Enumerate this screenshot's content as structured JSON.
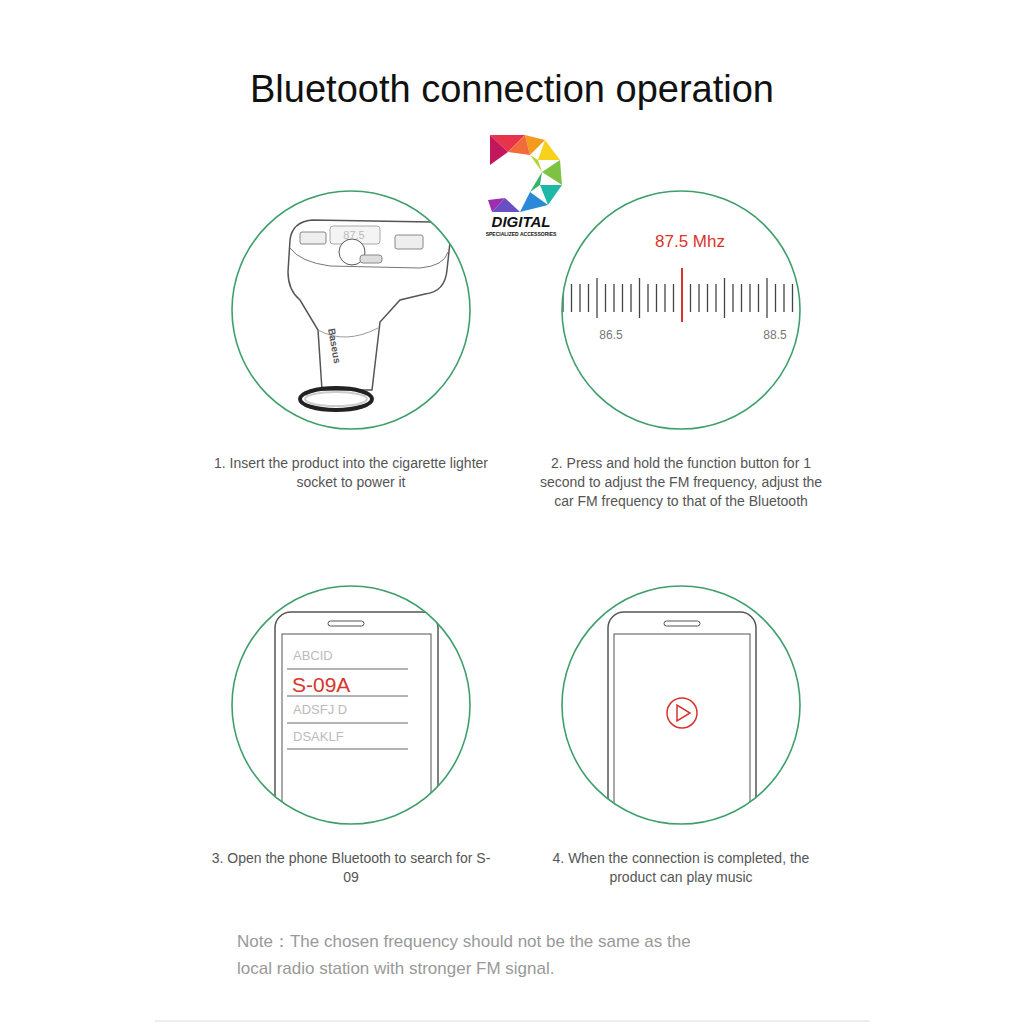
{
  "diagram": {
    "title": "Bluetooth connection operation",
    "nodes": [
      {
        "text": [
          "1. Insert the product into the cigarette lighter socket to power it"
        ]
      },
      {
        "text": [
          "2. Press and hold the function button for 1 second to adjust the FM frequency, adjust the car FM frequency to that of the Bluetooth"
        ]
      },
      {
        "text": [
          "3. Open the phone Bluetooth to search for S-09"
        ]
      },
      {
        "text": [
          "4. When the connection is completed, the product can play music"
        ]
      }
    ],
    "labels": [
      "DIGITAL",
      "SPECIALIZED ACCESSORIES",
      "87.5",
      "Baseus",
      "87.5 Mhz",
      "86.5",
      "88.5",
      "ABCID",
      "S-09A",
      "ADSFJ D",
      "DSAKLF",
      "Note：The chosen frequency should not be the same as the local radio station with stronger FM signal."
    ]
  }
}
